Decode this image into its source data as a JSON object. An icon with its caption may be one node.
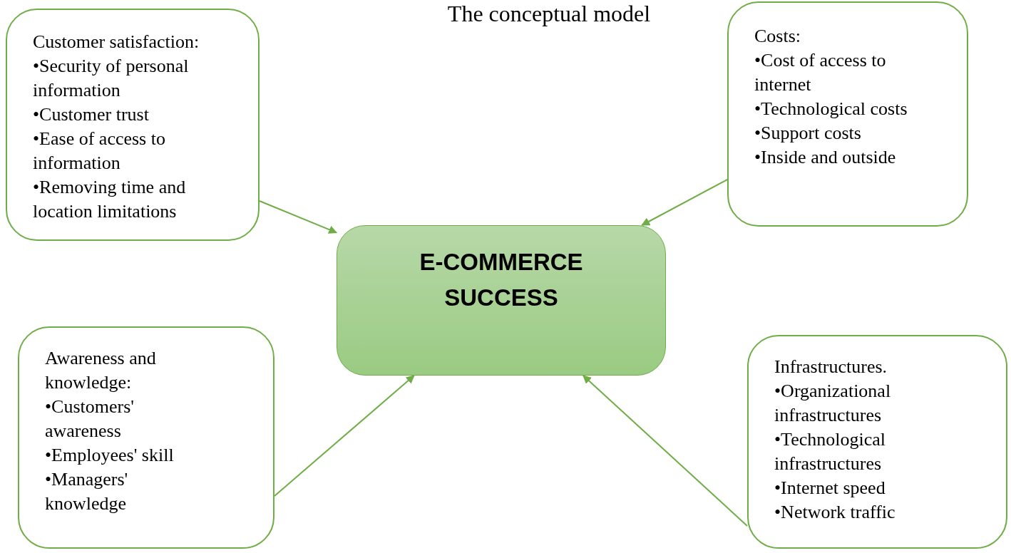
{
  "diagram": {
    "title": "The conceptual model",
    "nodes": [
      {
        "text": [
          "Customer satisfaction:",
          "•Security of personal information",
          "•Customer trust",
          "•Ease of access to information",
          "•Removing time and location limitations"
        ]
      },
      {
        "text": [
          "Costs:",
          "•Cost of access to internet",
          "•Technological costs",
          "•Support costs",
          "•Inside and outside"
        ]
      },
      {
        "text": [
          "E-COMMERCE SUCCESS"
        ]
      },
      {
        "text": [
          "Awareness and knowledge:",
          "•Customers' awareness",
          "•Employees' skill",
          "•Managers' knowledge"
        ]
      },
      {
        "text": [
          "Infrastructures.",
          "•Organizational infrastructures",
          "•Technological infrastructures",
          "•Internet speed",
          "•Network traffic"
        ]
      }
    ],
    "edges": [
      {
        "from": 0,
        "to": 2,
        "arrow": "to"
      },
      {
        "from": 1,
        "to": 2,
        "arrow": "to"
      },
      {
        "from": 3,
        "to": 2,
        "arrow": "to"
      },
      {
        "from": 4,
        "to": 2,
        "arrow": "to"
      }
    ]
  }
}
